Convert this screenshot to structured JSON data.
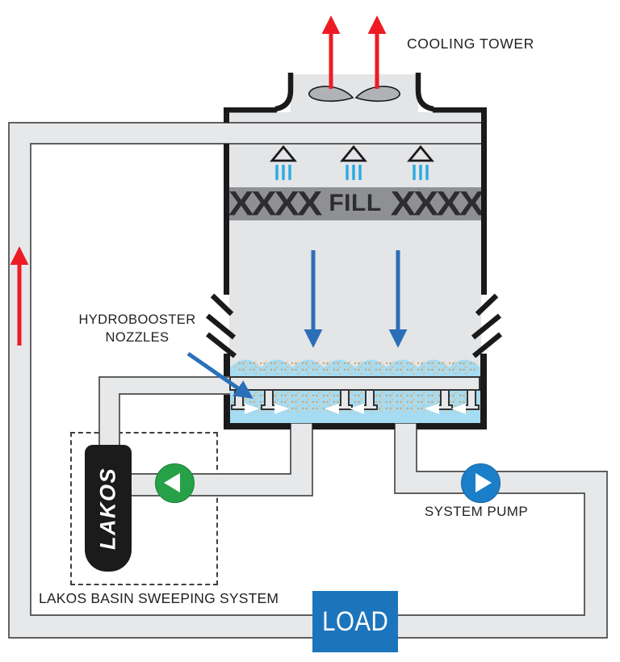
{
  "diagram": {
    "title": "COOLING TOWER",
    "tower": {
      "fill_left": "XXXX",
      "fill_label": "FILL",
      "fill_right": "XXXX"
    },
    "labels": {
      "hydrobooster_line1": "HYDROBOOSTER",
      "hydrobooster_line2": "NOZZLES",
      "system_pump": "SYSTEM PUMP",
      "lakos_system": "LAKOS BASIN SWEEPING SYSTEM",
      "load": "LOAD",
      "lakos_unit": "LAKOS"
    },
    "colors": {
      "pipe_fill": "#e7e8ea",
      "pipe_outline": "#4a4a4a",
      "tower_fill": "#e4e5e7",
      "tower_wall": "#1a1a1a",
      "fill_band_bg": "#8f9094",
      "fill_band_text": "#2d2d2f",
      "water_blue": "#a5dcf4",
      "sediment_tan": "#d8a96c",
      "spray_blue": "#29abe2",
      "arrow_red": "#ed1c24",
      "arrow_blue": "#2b6fb8",
      "green_pump": "#27a148",
      "system_pump_blue": "#1b7ec9",
      "load_blue": "#1c75bc"
    }
  }
}
